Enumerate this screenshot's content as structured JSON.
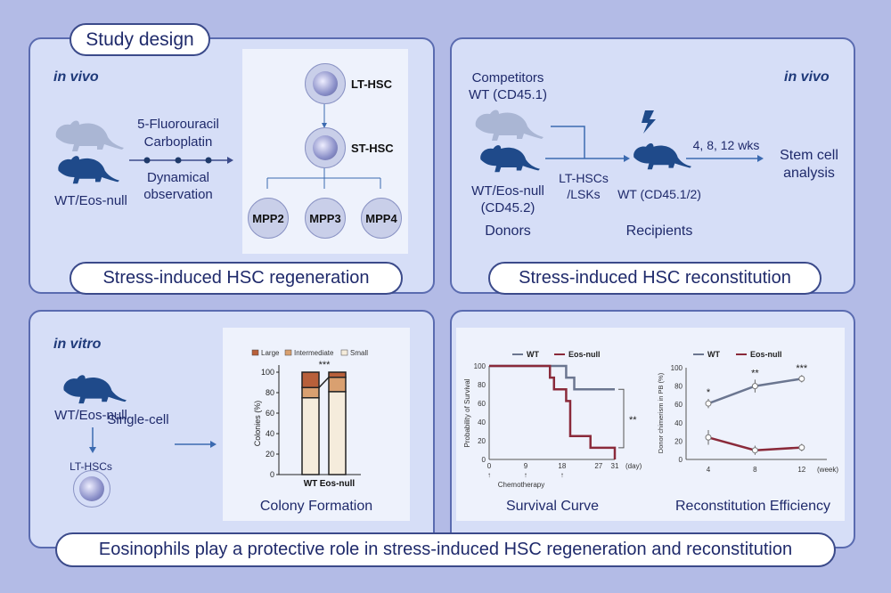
{
  "colors": {
    "background": "#b3bbe6",
    "panel": "#d6def7",
    "mouse_dark": "#1f4a8a",
    "mouse_light": "#aab6d4",
    "wt": "#6b7690",
    "eos": "#8a2a3a",
    "large": "#b8603a",
    "intermediate": "#d9a070",
    "small": "#f5ecdc"
  },
  "top_left": {
    "title": "Study design",
    "mode": "in vivo",
    "drugs": [
      "5-Fluorouracil",
      "Carboplatin"
    ],
    "observation": [
      "Dynamical",
      "observation"
    ],
    "genotype": "WT/Eos-null",
    "cells": {
      "lt": "LT-HSC",
      "st": "ST-HSC",
      "mpp": [
        "MPP2",
        "MPP3",
        "MPP4"
      ]
    },
    "footer": "Stress-induced HSC regeneration"
  },
  "top_right": {
    "mode": "in vivo",
    "competitors": [
      "Competitors",
      "WT (CD45.1)"
    ],
    "donor_genotype": [
      "WT/Eos-null",
      "(CD45.2)"
    ],
    "donors": "Donors",
    "transplant": [
      "LT-HSCs",
      "/LSKs"
    ],
    "recipient": "WT (CD45.1/2)",
    "recipients": "Recipients",
    "timepoints": "4, 8, 12 wks",
    "analysis": [
      "Stem cell",
      "analysis"
    ],
    "footer": "Stress-induced HSC reconstitution"
  },
  "bottom_left": {
    "mode": "in vitro",
    "genotype": "WT/Eos-null",
    "step": "Single-cell",
    "cells": "LT-HSCs",
    "caption": "Colony Formation"
  },
  "bottom_right": {
    "caption_survival": "Survival Curve",
    "caption_recon": "Reconstitution Efficiency"
  },
  "banner": "Eosinophils play a protective role in stress-induced HSC regeneration and reconstitution",
  "chart_data": [
    {
      "type": "bar",
      "stacked": true,
      "title": "",
      "ylabel": "Colonies (%)",
      "ylim": [
        0,
        100
      ],
      "yticks": [
        0,
        20,
        40,
        60,
        80,
        100
      ],
      "categories": [
        "WT",
        "Eos-null"
      ],
      "legend": [
        "Large",
        "Intermediate",
        "Small"
      ],
      "series": [
        {
          "name": "Small",
          "values": [
            75,
            81
          ]
        },
        {
          "name": "Intermediate",
          "values": [
            10,
            14
          ]
        },
        {
          "name": "Large",
          "values": [
            15,
            5
          ]
        }
      ],
      "annotation": "***"
    },
    {
      "type": "line",
      "subtype": "survival",
      "ylabel": "Probability of Survival",
      "xlabel_unit": "(day)",
      "ylim": [
        0,
        100
      ],
      "yticks": [
        0,
        20,
        40,
        60,
        80,
        100
      ],
      "xticks": [
        0,
        9,
        18,
        27,
        31
      ],
      "note": "Chemotherapy",
      "chemo_days": [
        0,
        9,
        18
      ],
      "annotation": "**",
      "series": [
        {
          "name": "WT",
          "steps": [
            [
              0,
              100
            ],
            [
              19,
              100
            ],
            [
              19,
              87.5
            ],
            [
              21,
              87.5
            ],
            [
              21,
              75
            ],
            [
              31,
              75
            ]
          ]
        },
        {
          "name": "Eos-null",
          "steps": [
            [
              0,
              100
            ],
            [
              15,
              100
            ],
            [
              15,
              87.5
            ],
            [
              16,
              87.5
            ],
            [
              16,
              75
            ],
            [
              19,
              75
            ],
            [
              19,
              62.5
            ],
            [
              20,
              62.5
            ],
            [
              20,
              25
            ],
            [
              25,
              25
            ],
            [
              25,
              12.5
            ],
            [
              31,
              12.5
            ],
            [
              31,
              0
            ]
          ]
        }
      ]
    },
    {
      "type": "line",
      "ylabel": "Donor chimerism in PB (%)",
      "xlabel_unit": "(week)",
      "ylim": [
        0,
        100
      ],
      "yticks": [
        0,
        20,
        40,
        60,
        80,
        100
      ],
      "x": [
        4,
        8,
        12
      ],
      "series": [
        {
          "name": "WT",
          "values": [
            61,
            80,
            88
          ],
          "err": [
            5,
            7,
            4
          ]
        },
        {
          "name": "Eos-null",
          "values": [
            24,
            10,
            13
          ],
          "err": [
            8,
            5,
            4
          ]
        }
      ],
      "annotations": [
        "*",
        "**",
        "***"
      ]
    }
  ]
}
